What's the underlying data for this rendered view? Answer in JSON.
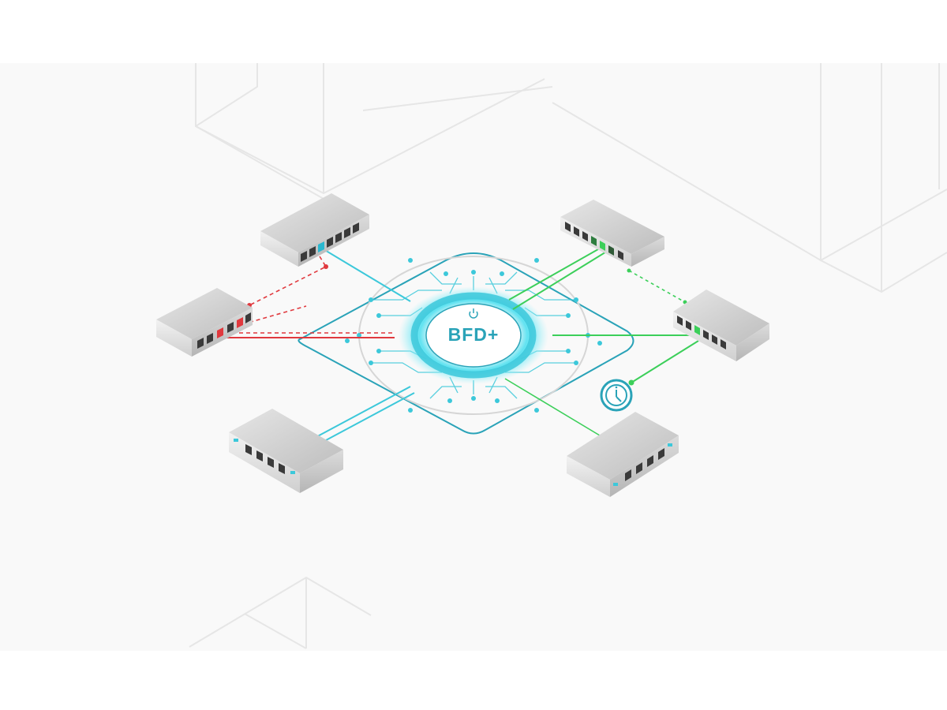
{
  "diagram": {
    "title": "BFD+",
    "center_label": "BFD+",
    "center_icon": "power-icon",
    "timer_icon": "clock-icon",
    "colors": {
      "background": "#f9f9f9",
      "grid_lines": "#e8e8e8",
      "circuit": "#3cc8da",
      "circuit_dark": "#2aa3b8",
      "link_ok": "#3ccf5a",
      "link_fault": "#e0393e",
      "switch_body": "#d4d4d4"
    },
    "nodes": [
      {
        "id": "switch-top-left",
        "ports": 7,
        "link": "cyan"
      },
      {
        "id": "switch-mid-left",
        "ports": 6,
        "link": "red-fault"
      },
      {
        "id": "switch-bottom-left",
        "ports": 4,
        "link": "cyan"
      },
      {
        "id": "switch-top-right",
        "ports": 7,
        "link": "green"
      },
      {
        "id": "switch-mid-right",
        "ports": 6,
        "link": "green"
      },
      {
        "id": "switch-bottom-right",
        "ports": 4,
        "link": "green"
      }
    ],
    "links": [
      {
        "from": "switch-top-left",
        "to": "switch-mid-left",
        "style": "dashed",
        "color": "red"
      },
      {
        "from": "switch-mid-left",
        "to": "bfd-core",
        "style": "solid+dashed",
        "color": "red"
      },
      {
        "from": "switch-top-left",
        "to": "bfd-core",
        "style": "solid",
        "color": "cyan"
      },
      {
        "from": "switch-bottom-left",
        "to": "bfd-core",
        "style": "solid",
        "color": "cyan"
      },
      {
        "from": "switch-top-right",
        "to": "bfd-core",
        "style": "solid",
        "color": "green"
      },
      {
        "from": "switch-top-right",
        "to": "switch-mid-right",
        "style": "dashed",
        "color": "green"
      },
      {
        "from": "switch-mid-right",
        "to": "bfd-core",
        "style": "solid",
        "color": "green"
      },
      {
        "from": "switch-mid-right",
        "to": "timer",
        "style": "solid",
        "color": "green"
      },
      {
        "from": "bfd-core",
        "to": "switch-bottom-right",
        "style": "solid",
        "color": "green"
      }
    ]
  }
}
